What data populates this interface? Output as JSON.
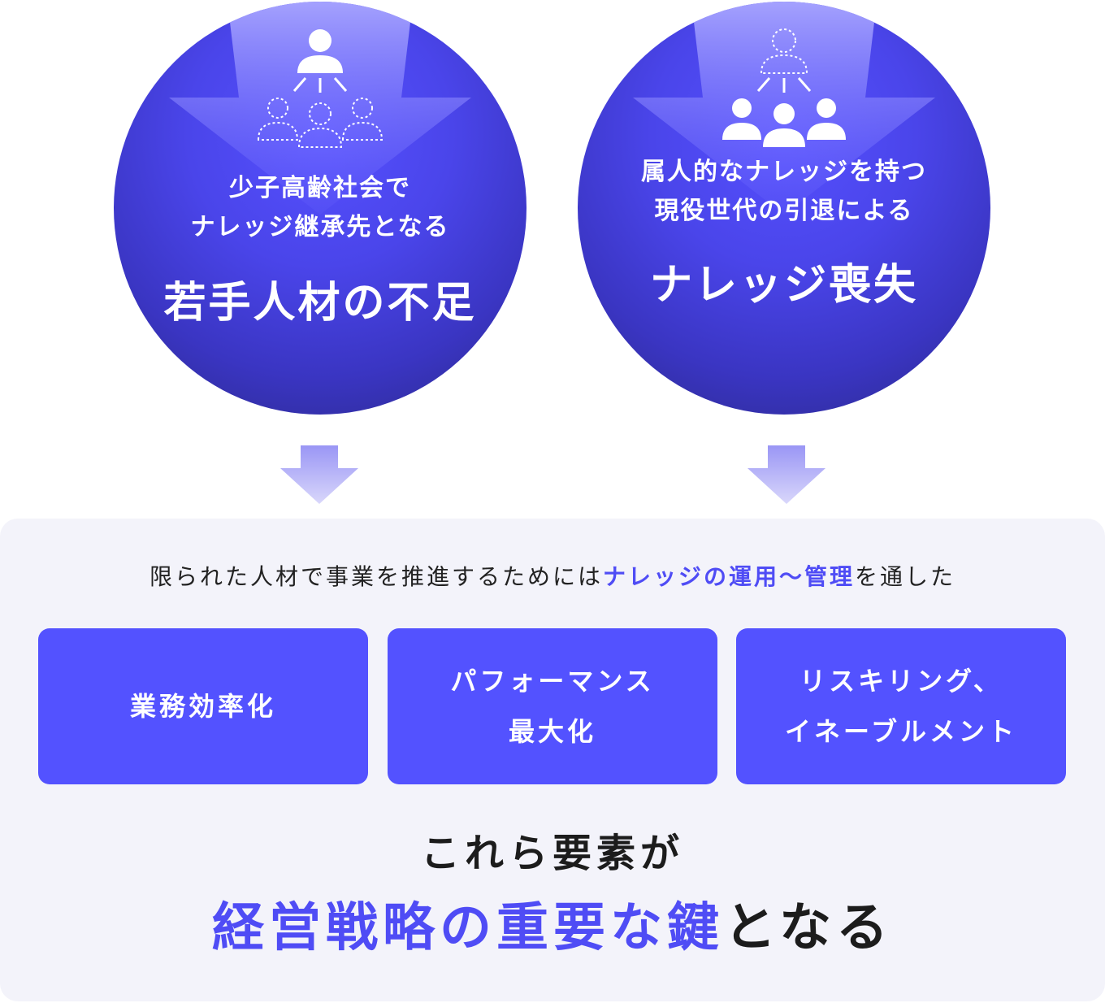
{
  "colors": {
    "accent": "#5352ff",
    "highlight_text": "#4f4cf5",
    "circle_dark": "#2a2888",
    "panel_bg": "#f3f3fa"
  },
  "left_circle": {
    "icon": "leader-to-dotted-successors-icon",
    "subtitle_line1": "少子高齢社会で",
    "subtitle_line2": "ナレッジ継承先となる",
    "title": "若手人材の不足"
  },
  "right_circle": {
    "icon": "dotted-leader-to-solid-team-icon",
    "subtitle_line1": "属人的なナレッジを持つ",
    "subtitle_line2": "現役世代の引退による",
    "title": "ナレッジ喪失"
  },
  "intro": {
    "before": "限られた人材で事業を推進するためには",
    "highlight": "ナレッジの運用〜管理",
    "after": "を通した"
  },
  "boxes": [
    {
      "line1": "業務効率化",
      "line2": ""
    },
    {
      "line1": "パフォーマンス",
      "line2": "最大化"
    },
    {
      "line1": "リスキリング、",
      "line2": "イネーブルメント"
    }
  ],
  "closing": {
    "line1": "これら要素が",
    "highlight": "経営戦略の重要な鍵",
    "suffix": "となる"
  }
}
